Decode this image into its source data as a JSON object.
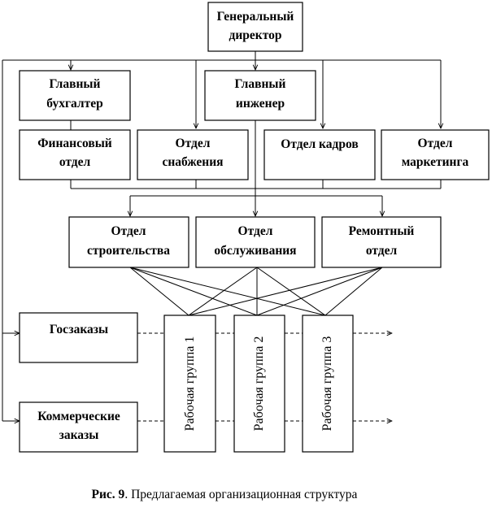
{
  "boxes": {
    "general_director": [
      "Генеральный",
      "директор"
    ],
    "chief_accountant": [
      "Главный",
      "бухгалтер"
    ],
    "chief_engineer": [
      "Главный",
      "инженер"
    ],
    "finance_dept": [
      "Финансовый",
      "отдел"
    ],
    "supply_dept": [
      "Отдел",
      "снабжения"
    ],
    "hr_dept": [
      "Отдел кадров"
    ],
    "marketing_dept": [
      "Отдел",
      "маркетинга"
    ],
    "construction_dept": [
      "Отдел",
      "строительства"
    ],
    "service_dept": [
      "Отдел",
      "обслуживания"
    ],
    "repair_dept": [
      "Ремонтный",
      "отдел"
    ],
    "gov_orders": [
      "Госзаказы"
    ],
    "commercial_orders": [
      "Коммерческие",
      "заказы"
    ]
  },
  "work_groups": [
    "Рабочая группа 1",
    "Рабочая группа 2",
    "Рабочая группа 3"
  ],
  "caption": {
    "label": "Рис. 9",
    "text": ". Предлагаемая организационная структура"
  }
}
